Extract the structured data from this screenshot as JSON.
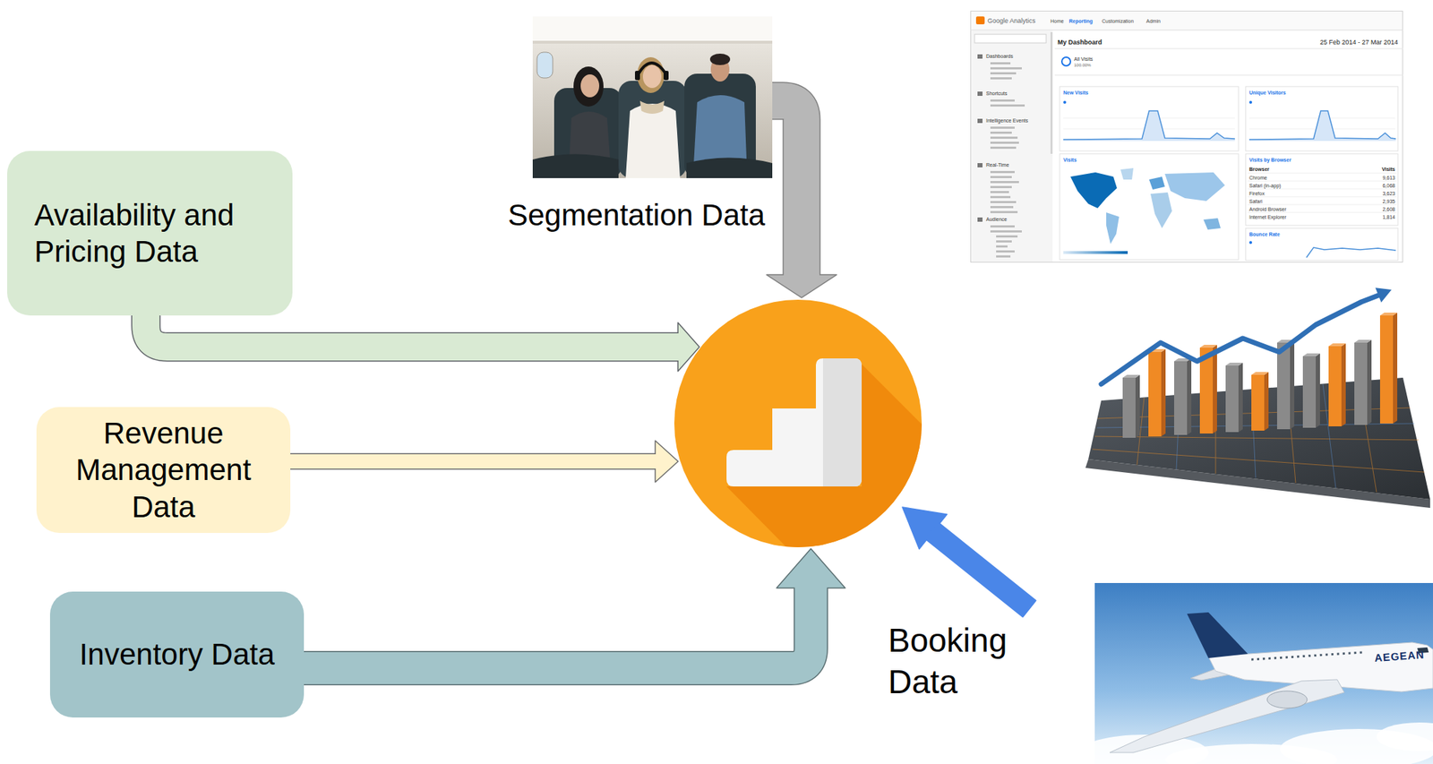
{
  "diagram": {
    "nodes": [
      {
        "text": [
          "Availability and Pricing Data"
        ]
      },
      {
        "text": [
          "Revenue Management Data"
        ]
      },
      {
        "text": [
          "Inventory Data"
        ]
      },
      {
        "text": [
          "Segmentation Data"
        ]
      },
      {
        "text": []
      },
      {
        "text": [
          "Booking Data"
        ]
      }
    ],
    "edges": [
      {
        "from": 0,
        "to": 4,
        "arrow": "to"
      },
      {
        "from": 1,
        "to": 4,
        "arrow": "to"
      },
      {
        "from": 2,
        "to": 4,
        "arrow": "to"
      },
      {
        "from": 3,
        "to": 4,
        "arrow": "to"
      },
      {
        "from": 5,
        "to": 4,
        "arrow": "to"
      }
    ],
    "labels": [
      "Google Analytics",
      "Home",
      "Reporting",
      "Customization",
      "Admin",
      "Dashboards",
      "Shortcuts",
      "Intelligence Events",
      "Real-Time",
      "Audience",
      "My Dashboard",
      "25 Feb 2014 - 27 Mar 2014",
      "All Visits",
      "100.00%",
      "New Visits",
      "Unique Visitors",
      "Visits",
      "Visits by Browser",
      "Browser",
      "Visits",
      "Chrome",
      "9,613",
      "Safari (in-app)",
      "6,068",
      "Firefox",
      "3,623",
      "Safari",
      "2,935",
      "Android Browser",
      "2,608",
      "Internet Explorer",
      "1,814",
      "Bounce Rate",
      "AEGEAN"
    ]
  }
}
